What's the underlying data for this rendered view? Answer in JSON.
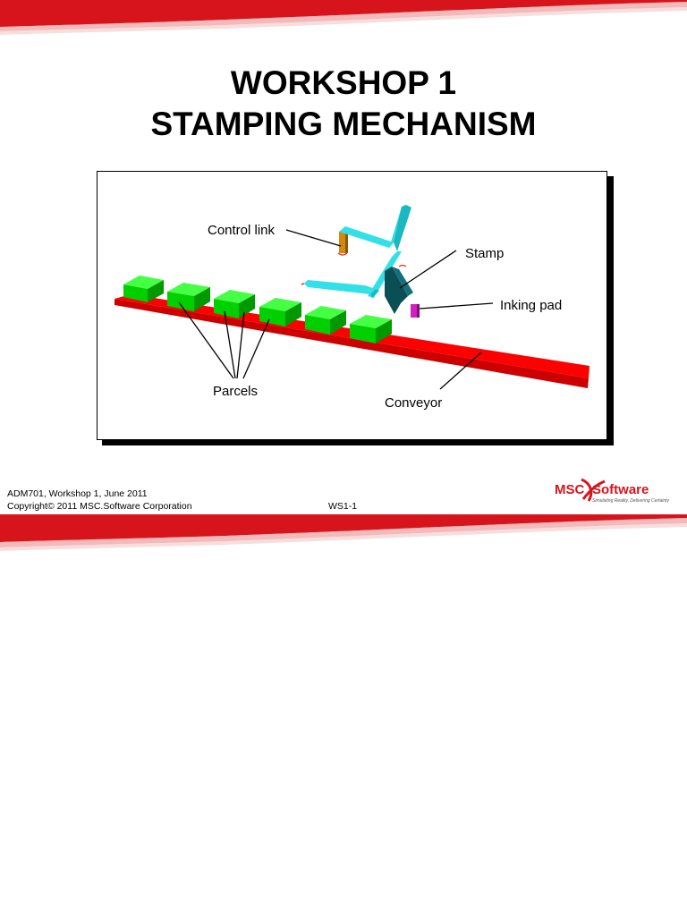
{
  "slide": {
    "title_line1": "WORKSHOP 1",
    "title_line2": "STAMPING MECHANISM"
  },
  "figure": {
    "labels": {
      "control_link": "Control link",
      "stamp": "Stamp",
      "inking_pad": "Inking pad",
      "parcels": "Parcels",
      "conveyor": "Conveyor"
    },
    "colors": {
      "conveyor": "#ff0000",
      "parcel": "#00ee00",
      "stamp_arm": "#33e0e8",
      "stamp_head": "#0b4f55",
      "control_link": "#d08a10",
      "inking_pad": "#d020c0"
    }
  },
  "footer": {
    "line1": "ADM701, Workshop 1, June 2011",
    "line2": "Copyright© 2011 MSC.Software Corporation",
    "page": "WS1-1"
  },
  "logo": {
    "brand_left": "MSC",
    "brand_right": "Software",
    "tagline": "Simulating Reality, Delivering Certainty",
    "color": "#d7141c"
  }
}
